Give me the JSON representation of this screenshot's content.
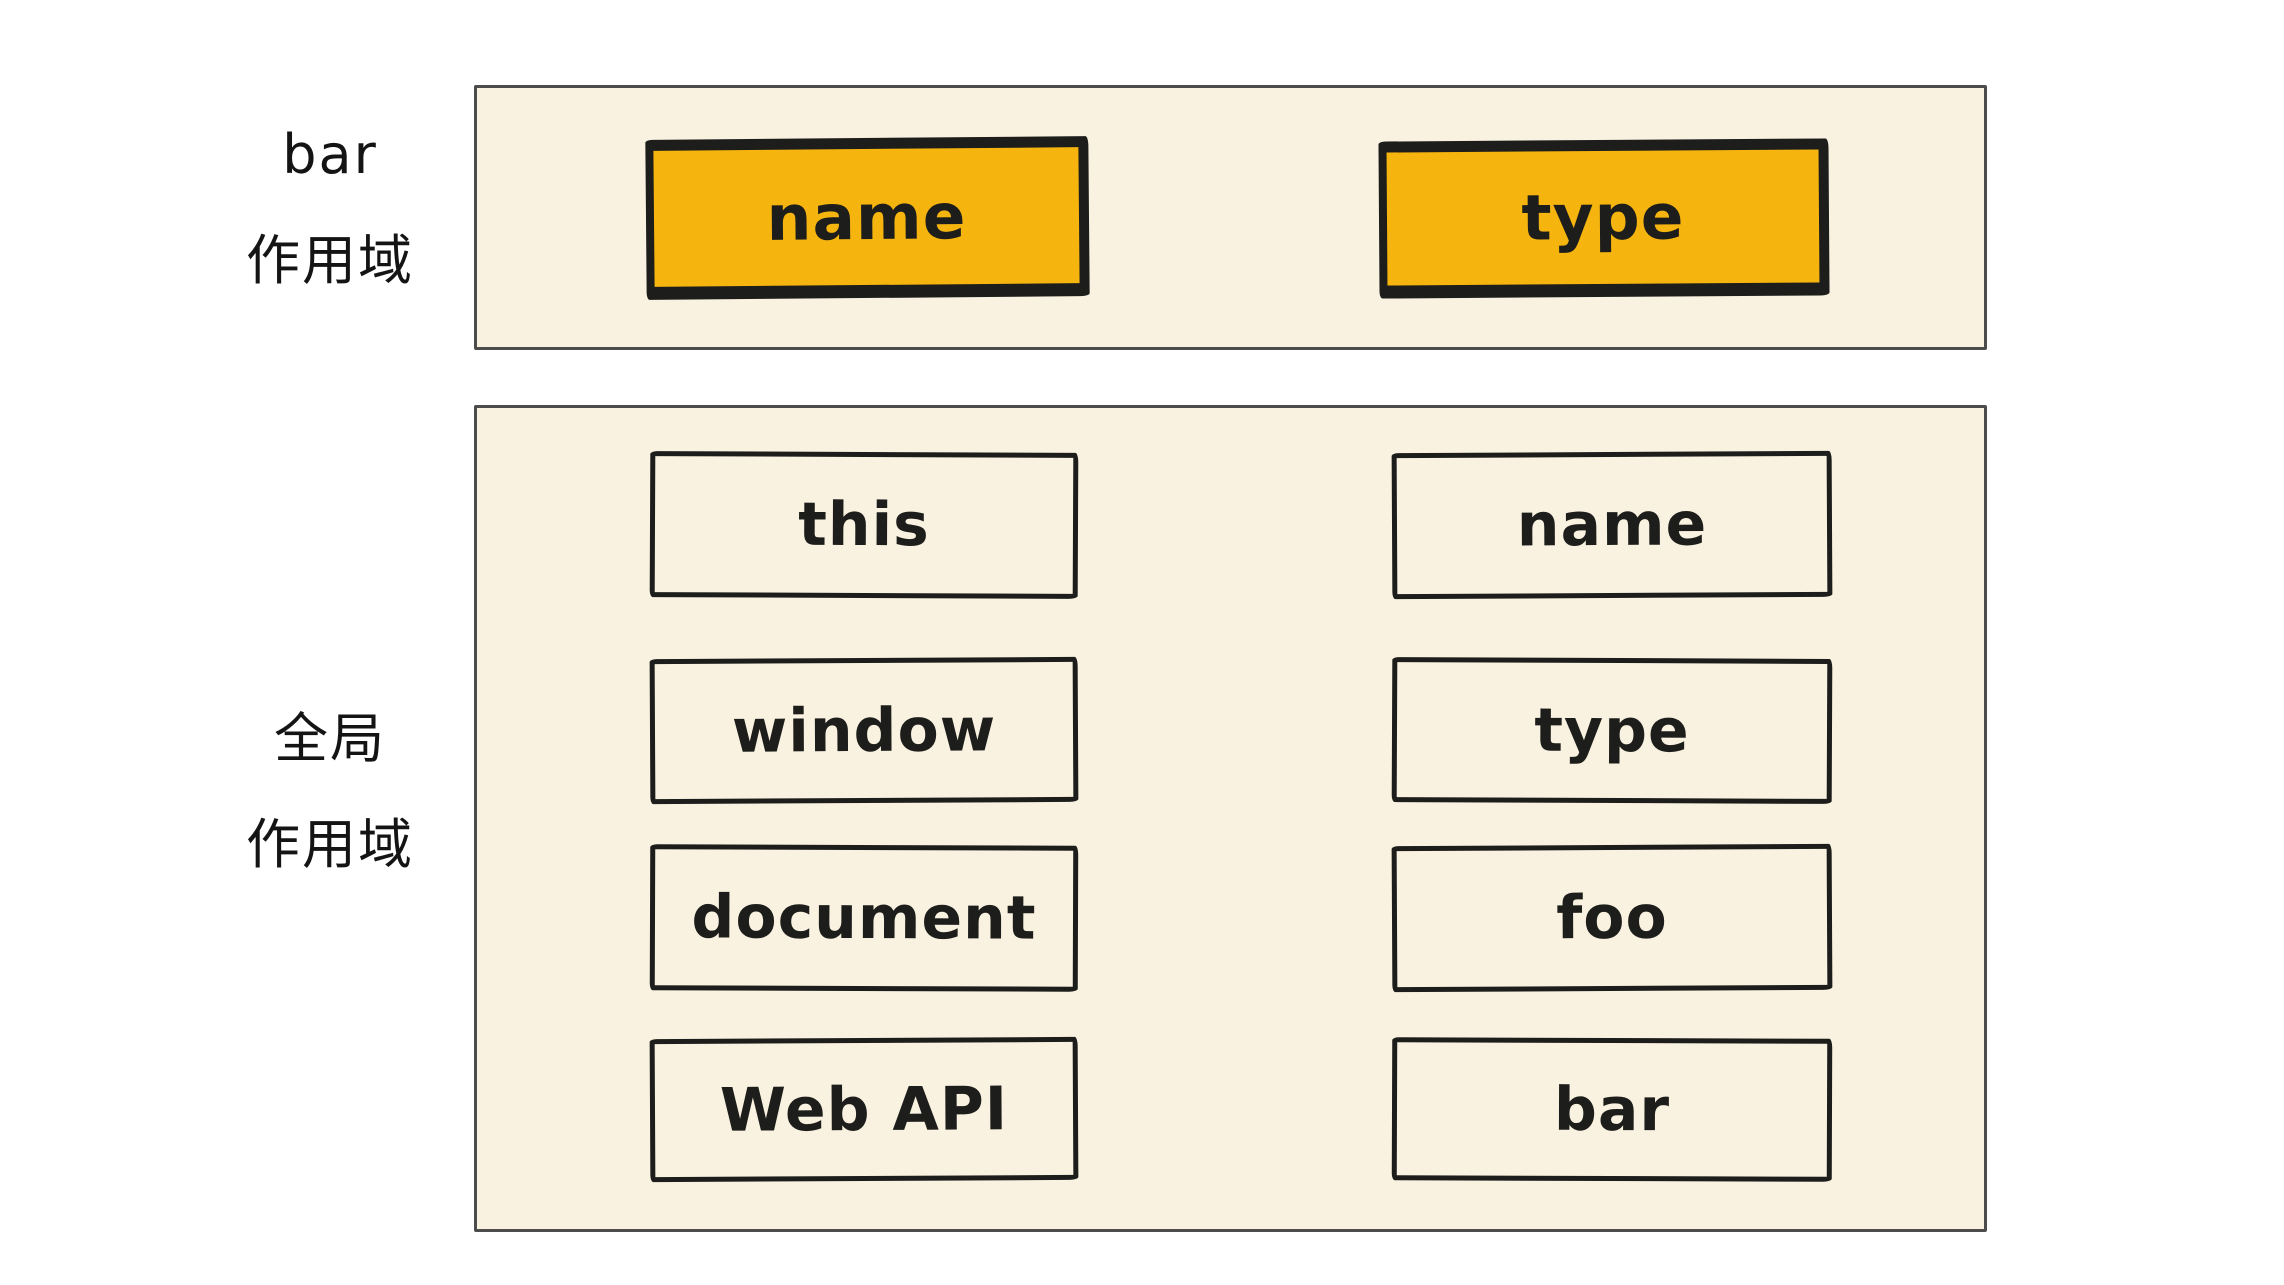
{
  "colors": {
    "page_bg": "#ffffff",
    "panel_bg": "#faf2e0",
    "highlight": "#f6b40e",
    "ink": "#1d1d1b",
    "panel_border": "#4c4c4c"
  },
  "bar_scope": {
    "label_line1": "bar",
    "label_line2": "作用域",
    "boxes": [
      {
        "label": "name"
      },
      {
        "label": "type"
      }
    ]
  },
  "global_scope": {
    "label_line1": "全局",
    "label_line2": "作用域",
    "left_boxes": [
      {
        "label": "this"
      },
      {
        "label": "window"
      },
      {
        "label": "document"
      },
      {
        "label": "Web API"
      }
    ],
    "right_boxes": [
      {
        "label": "name"
      },
      {
        "label": "type"
      },
      {
        "label": "foo"
      },
      {
        "label": "bar"
      }
    ]
  }
}
